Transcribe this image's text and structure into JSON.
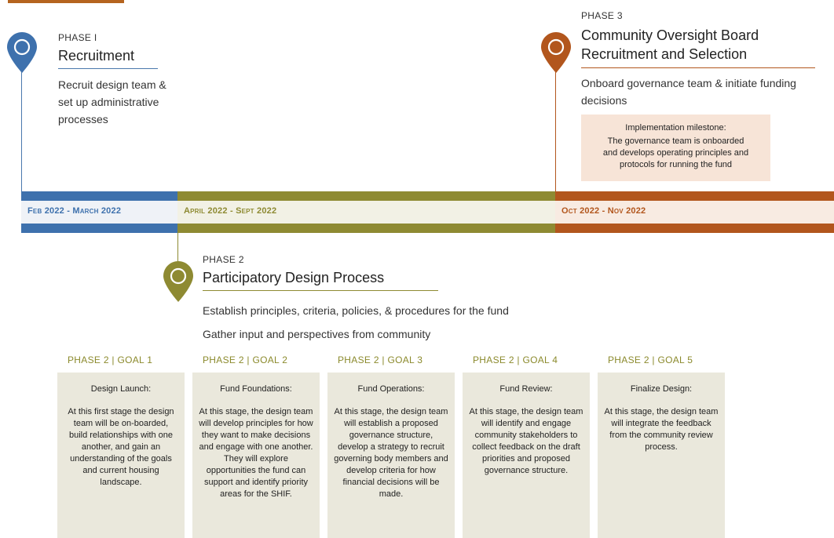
{
  "colors": {
    "phase1": "#3e71ad",
    "phase2": "#8e8a32",
    "phase3": "#b2561d",
    "goal_heading": "#8b8a2c",
    "goal_box": "#eae8dc",
    "milestone_box": "#f7e4d7"
  },
  "icons": {
    "pin": "location-pin-icon"
  },
  "phase1": {
    "label": "PHASE I",
    "title": "Recruitment",
    "desc": [
      "Recruit design team &",
      "set up administrative",
      "processes"
    ],
    "dates": "Feb 2022 - March 2022"
  },
  "phase2": {
    "label": "PHASE 2",
    "title": "Participatory Design Process",
    "desc": [
      "Establish principles, criteria, policies, & procedures for the fund",
      "Gather input and perspectives from community"
    ],
    "dates": "April 2022 - Sept 2022"
  },
  "phase3": {
    "label": "PHASE 3",
    "title_lines": [
      "Community Oversight Board",
      "Recruitment and Selection"
    ],
    "desc": [
      "Onboard governance team & initiate funding",
      "decisions"
    ],
    "dates": "Oct 2022 - Nov 2022",
    "milestone": {
      "title": "Implementation milestone:",
      "lines": [
        "The governance team is onboarded",
        "and develops operating principles and",
        "protocols for running the fund"
      ]
    }
  },
  "goals": [
    {
      "heading": "PHASE 2 | GOAL 1",
      "title": "Design Launch:",
      "text": "At this first stage the design team will be on-boarded, build relationships with one another, and gain an understanding of the goals and current housing landscape."
    },
    {
      "heading": "PHASE 2 | GOAL 2",
      "title": "Fund Foundations:",
      "text": "At this stage, the design team will develop principles for how they want to make decisions and engage with one another. They will explore opportunities the fund can support and identify priority areas for the SHIF."
    },
    {
      "heading": "PHASE 2 | GOAL 3",
      "title": "Fund Operations:",
      "text": "At this stage, the design team will establish a proposed governance structure, develop a strategy to recruit governing body members and develop criteria for how financial decisions will be made."
    },
    {
      "heading": "PHASE 2 | GOAL 4",
      "title": "Fund Review:",
      "text": "At this stage, the design team will identify and engage community stakeholders to collect feedback on the draft priorities and proposed governance structure."
    },
    {
      "heading": "PHASE 2 | GOAL 5",
      "title": "Finalize Design:",
      "text": "At this stage, the design team will integrate the feedback from the community review process."
    }
  ]
}
